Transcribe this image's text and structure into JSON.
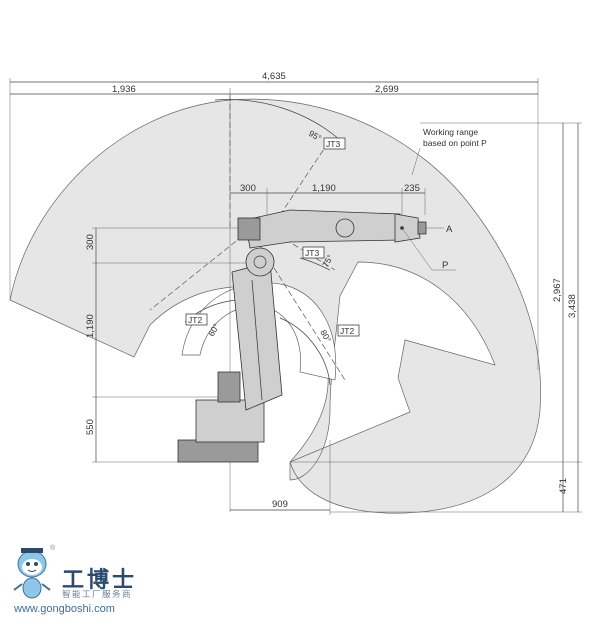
{
  "dimensions": {
    "total_width": "4,635",
    "left_reach": "1,936",
    "right_reach": "2,699",
    "offset_300": "300",
    "arm_1190": "1,190",
    "wrist_235": "235",
    "total_height": "3,438",
    "upper_height": "2,967",
    "bottom_471": "471",
    "vert_300": "300",
    "vert_1190": "1,190",
    "vert_550": "550",
    "base_909": "909"
  },
  "angles": {
    "jt3_up": "95°",
    "jt3_down": "75°",
    "jt2_back": "60°",
    "jt2_fwd": "80°"
  },
  "joints": {
    "jt3_top": "JT3",
    "jt3_mid": "JT3",
    "jt2_left": "JT2",
    "jt2_right": "JT2"
  },
  "labels": {
    "working_range_line1": "Working range",
    "working_range_line2": "based on point P",
    "point_a": "A",
    "point_p": "P"
  },
  "logo": {
    "name_cn": "工博士",
    "tagline_cn": "智能工厂服务商",
    "url": "www.gongboshi.com",
    "registered": "®"
  },
  "colors": {
    "area_fill": "#e6e6e6",
    "robot_fill": "#cfcfcf",
    "logo_blue": "#2a4a6e"
  }
}
